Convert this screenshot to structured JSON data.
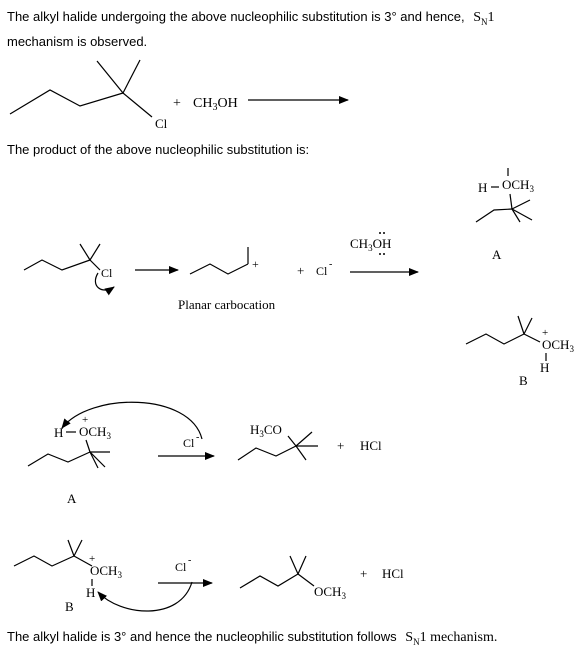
{
  "text": {
    "intro_line1": "The alkyl halide undergoing the above nucleophilic substitution is 3° and hence,",
    "intro_sn": "S",
    "intro_sub": "N",
    "intro_one": "1",
    "intro_line2": "mechanism is observed.",
    "product_line": "The product of the above nucleophilic substitution is:",
    "conclusion_line": "The alkyl halide is 3° and hence the nucleophilic substitution follows",
    "conclusion_sn": "S",
    "conclusion_sub": "N",
    "conclusion_tail": "1 mechanism."
  },
  "reaction1": {
    "plus": "+",
    "reagent": "CH3OH",
    "cl": "Cl"
  },
  "mechanism": {
    "cl": "Cl",
    "plus_charge": "+",
    "plus": "+",
    "chloride": "Cl",
    "minus": "-",
    "nucleophile": "CH3OH",
    "carbocation_label": "Planar carbocation"
  },
  "product_a": {
    "h": "H",
    "och3": "OCH3",
    "label": "A"
  },
  "product_b": {
    "och3": "OCH3",
    "h": "H",
    "plus_charge": "+",
    "label": "B"
  },
  "step_a": {
    "h": "H",
    "och3": "OCH3",
    "plus_charge": "+",
    "chloride": "Cl",
    "minus": "-",
    "product": "H3CO",
    "plus": "+",
    "byproduct": "HCl",
    "label": "A"
  },
  "step_b": {
    "och3": "OCH3",
    "h": "H",
    "plus_charge": "+",
    "chloride": "Cl",
    "minus": "-",
    "product": "OCH3",
    "plus": "+",
    "byproduct": "HCl",
    "label": "B"
  }
}
